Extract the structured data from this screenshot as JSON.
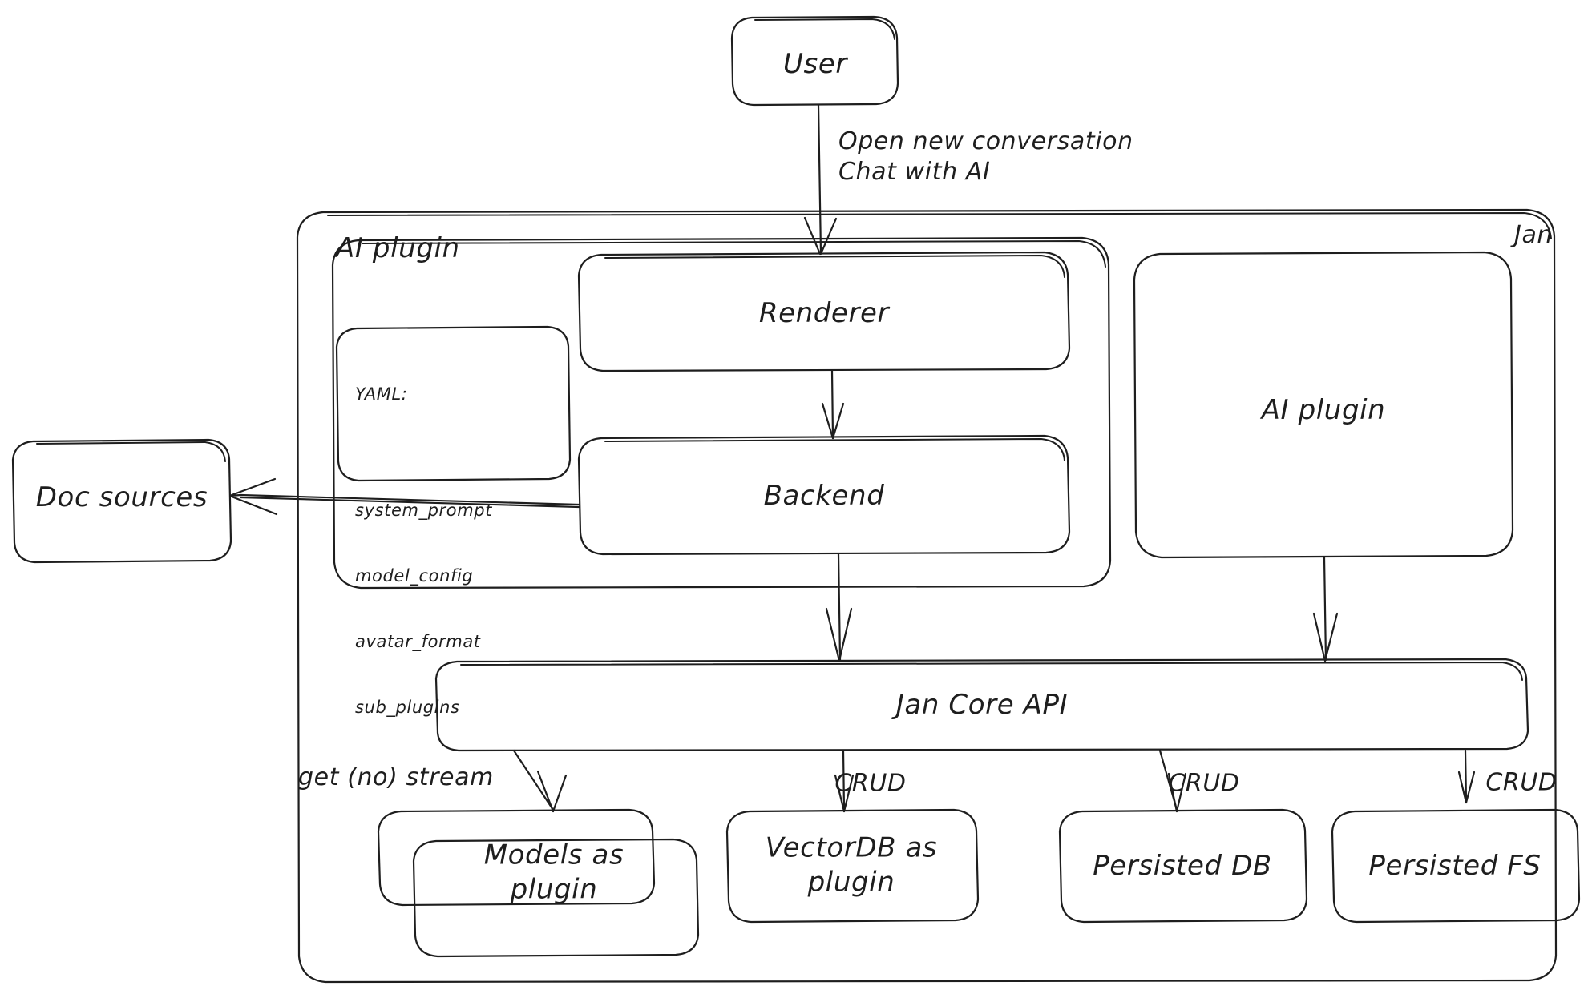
{
  "diagram": {
    "title": "Jan architecture",
    "stroke_color": "#1e1e1e",
    "background_color": "#ffffff",
    "style": "hand-drawn"
  },
  "nodes": {
    "user": "User",
    "jan_container": "Jan",
    "ai_plugin_group": "AI plugin",
    "renderer": "Renderer",
    "backend": "Backend",
    "ai_plugin_box": "AI plugin",
    "doc_sources": "Doc sources",
    "jan_core_api": "Jan Core API",
    "models_plugin": "Models as\nplugin",
    "vectordb_plugin": "VectorDB as\nplugin",
    "persisted_db": "Persisted DB",
    "persisted_fs": "Persisted FS"
  },
  "yaml_card": {
    "heading": "YAML:",
    "keys": [
      "system_prompt",
      "model_config",
      "avatar_format",
      "sub_plugins"
    ]
  },
  "edge_labels": {
    "user_to_renderer": "Open new conversation\nChat with AI",
    "core_to_models": "get (no) stream",
    "core_to_vectordb": "CRUD",
    "core_to_db": "CRUD",
    "core_to_fs": "CRUD"
  }
}
